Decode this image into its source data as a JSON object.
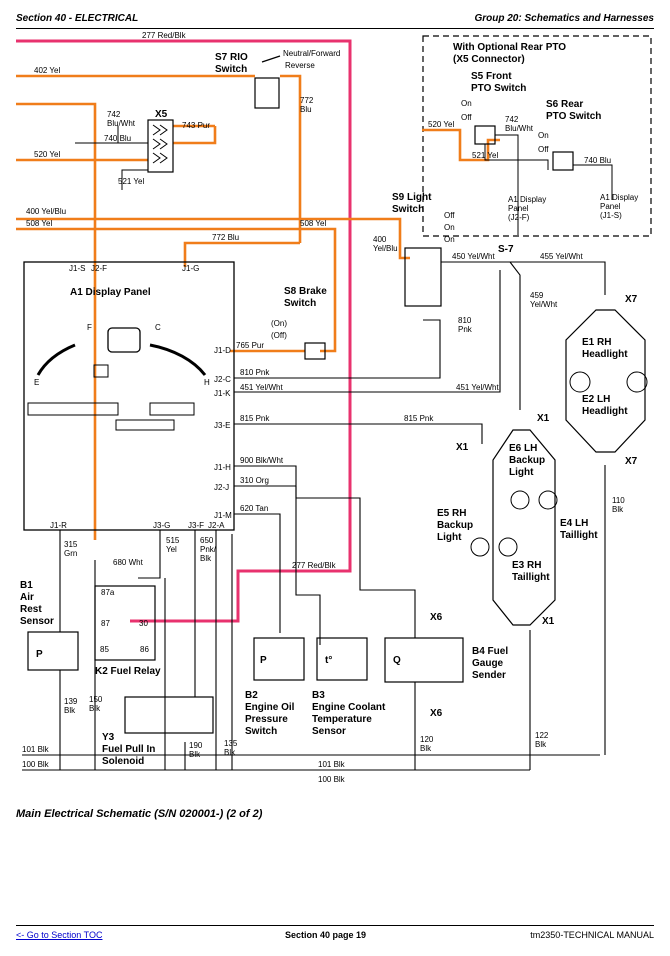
{
  "header": {
    "section": "Section 40 - ELECTRICAL",
    "group": "Group 20: Schematics and Harnesses"
  },
  "caption": "Main Electrical Schematic (S/N 020001-) (2 of 2)",
  "footer": {
    "toc_link": "<- Go to Section TOC",
    "page": "Section 40 page 19",
    "manual": "tm2350-TECHNICAL MANUAL"
  },
  "colors": {
    "orange": "#f07d1a",
    "red": "#e8326e",
    "wire": "#000000",
    "box": "#000000"
  },
  "components": {
    "a1": "A1 Display Panel",
    "s7": [
      "S7 RIO",
      "Switch"
    ],
    "s7_pos": [
      "Neutral/Forward",
      "Reverse"
    ],
    "x5": "X5",
    "optional": [
      "With Optional Rear PTO",
      "(X5 Connector)"
    ],
    "s5": [
      "S5 Front",
      "PTO Switch"
    ],
    "s6": [
      "S6 Rear",
      "PTO Switch"
    ],
    "s9": [
      "S9 Light",
      "Switch"
    ],
    "s9_pos": [
      "Off",
      "On",
      "On"
    ],
    "s8": [
      "S8 Brake",
      "Switch"
    ],
    "s8_pos": [
      "(On)",
      "(Off)"
    ],
    "onoff": [
      "On",
      "Off"
    ],
    "s7conn": "S-7",
    "e1": [
      "E1 RH",
      "Headlight"
    ],
    "e2": [
      "E2 LH",
      "Headlight"
    ],
    "e6": [
      "E6 LH",
      "Backup",
      "Light"
    ],
    "e5": [
      "E5 RH",
      "Backup",
      "Light"
    ],
    "e4": [
      "E4 LH",
      "Taillight"
    ],
    "e3": [
      "E3 RH",
      "Taillight"
    ],
    "b1": [
      "B1",
      "Air",
      "Rest",
      "Sensor"
    ],
    "k2": "K2 Fuel Relay",
    "y3": [
      "Y3",
      "Fuel Pull In",
      "Solenoid"
    ],
    "b2": [
      "B2",
      "Engine Oil",
      "Pressure",
      "Switch"
    ],
    "b3": [
      "B3",
      "Engine Coolant",
      "Temperature",
      "Sensor"
    ],
    "b4": [
      "B4 Fuel",
      "Gauge",
      "Sender"
    ],
    "x1": "X1",
    "x6": "X6",
    "x7": "X7",
    "a1_display": [
      "A1 Display",
      "Panel",
      "(J2-F)"
    ],
    "a1_display2": [
      "A1 Display",
      "Panel",
      "(J1-S)"
    ],
    "relay_pins": [
      "87a",
      "87",
      "30",
      "85",
      "86"
    ]
  },
  "pins": {
    "j1s": "J1-S",
    "j2f": "J2-F",
    "j1g": "J1-G",
    "j1d": "J1-D",
    "j2c": "J2-C",
    "j1k": "J1-K",
    "j3e": "J3-E",
    "j1h": "J1-H",
    "j2j": "J2-J",
    "j1m": "J1-M",
    "j1r": "J1-R",
    "j3g": "J3-G",
    "j3f": "J3-F",
    "j2a": "J2-A"
  },
  "wires": {
    "w277": "277 Red/Blk",
    "w402": "402 Yel",
    "w742": "742",
    "w742b": "Blu/Wht",
    "w743": "743 Pur",
    "w740": "740 Blu",
    "w520": "520 Yel",
    "w521": "521 Yel",
    "w400": "400 Yel/Blu",
    "w508": "508 Yel",
    "w772": "772 Blu",
    "w772v": [
      "772",
      "Blu"
    ],
    "w765": "765 Pur",
    "w810": "810 Pnk",
    "w810v": [
      "810",
      "Pnk"
    ],
    "w451": "451 Yel/Wht",
    "w815": "815 Pnk",
    "w900": "900 Blk/Wht",
    "w310": "310 Org",
    "w620": "620 Tan",
    "w680": "680 Wht",
    "w315": [
      "315",
      "Grn"
    ],
    "w515": [
      "515",
      "Yel"
    ],
    "w650": [
      "650",
      "Pnk/",
      "Blk"
    ],
    "w139": [
      "139",
      "Blk"
    ],
    "w150": [
      "150",
      "Blk"
    ],
    "w190": [
      "190",
      "Blk"
    ],
    "w135": [
      "135",
      "Blk"
    ],
    "w101": "101 Blk",
    "w100": "100 Blk",
    "w120": [
      "120",
      "Blk"
    ],
    "w122": [
      "122",
      "Blk"
    ],
    "w110": [
      "110",
      "Blk"
    ],
    "w459": [
      "459",
      "Yel/Wht"
    ],
    "w450": "450 Yel/Wht",
    "w455": "455 Yel/Wht",
    "w400v": [
      "400",
      "Yel/Blu"
    ],
    "w742r": [
      "742",
      "Blu/Wht"
    ],
    "w521r": "521 Yel",
    "w740r": "740 Blu",
    "w520r": "520 Yel"
  }
}
